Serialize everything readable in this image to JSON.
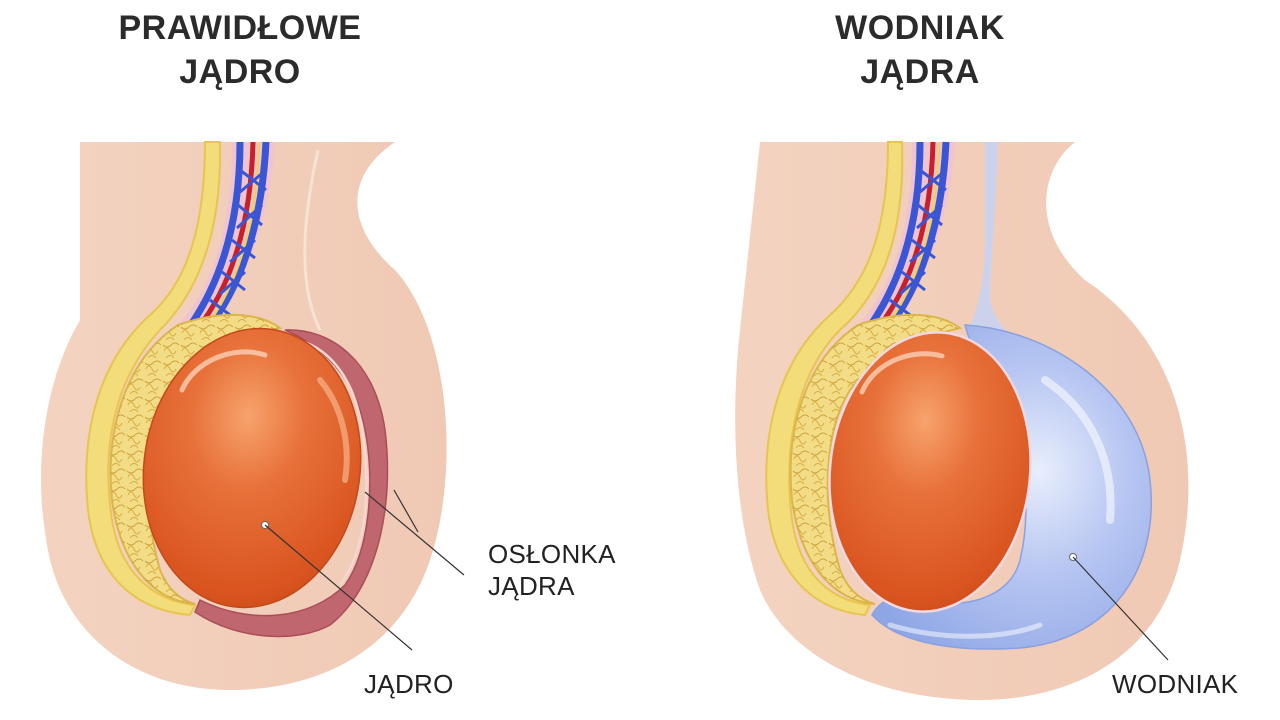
{
  "panels": {
    "normal": {
      "title_line1": "PRAWIDŁOWE",
      "title_line2": "JĄDRO",
      "labels": {
        "tunica_line1": "OSŁONKA",
        "tunica_line2": "JĄDRA",
        "testis": "JĄDRO"
      }
    },
    "hydrocele": {
      "title_line1": "WODNIAK",
      "title_line2": "JĄDRA",
      "labels": {
        "hydrocele": "WODNIAK"
      }
    }
  },
  "colors": {
    "skin": "#f2d0bc",
    "testis": "#e2622a",
    "epididymis": "#f3dc86",
    "fat_layer": "#f0d66a",
    "tunica": "#c0666e",
    "fluid": "#aabdf0",
    "vein": "#3a56d4",
    "artery": "#c8202a"
  }
}
